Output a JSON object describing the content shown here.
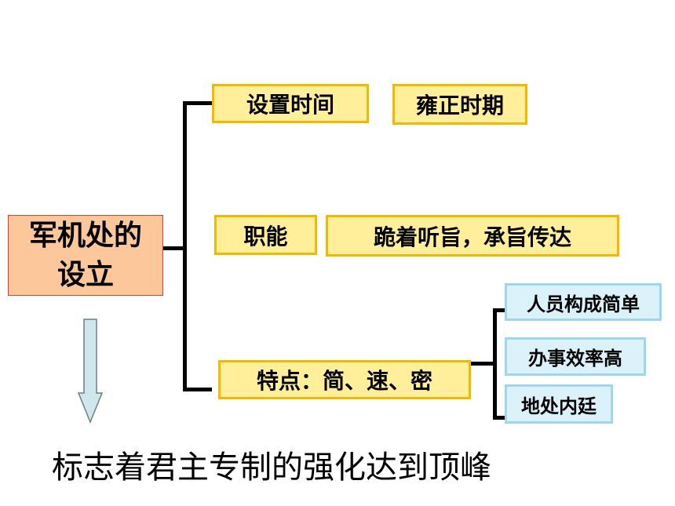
{
  "root": {
    "line1": "军机处的",
    "line2": "设立"
  },
  "branches": {
    "time": {
      "label": "设置时间",
      "value": "雍正时期"
    },
    "function": {
      "label": "职能",
      "value": "跪着听旨，承旨传达"
    },
    "features": {
      "label": "特点：简、速、密",
      "items": [
        "人员构成简单",
        "办事效率高",
        "地处内廷"
      ]
    }
  },
  "conclusion": "标志着君主专制的强化达到顶峰",
  "colors": {
    "root_fill": "#fbc79b",
    "root_border": "#e53c2c",
    "yellow_fill": "#ffef9a",
    "yellow_border": "#f4b800",
    "blue_fill": "#dcf2fb",
    "blue_border": "#9dd6ee",
    "arrow_fill": "#cfe7ec"
  }
}
